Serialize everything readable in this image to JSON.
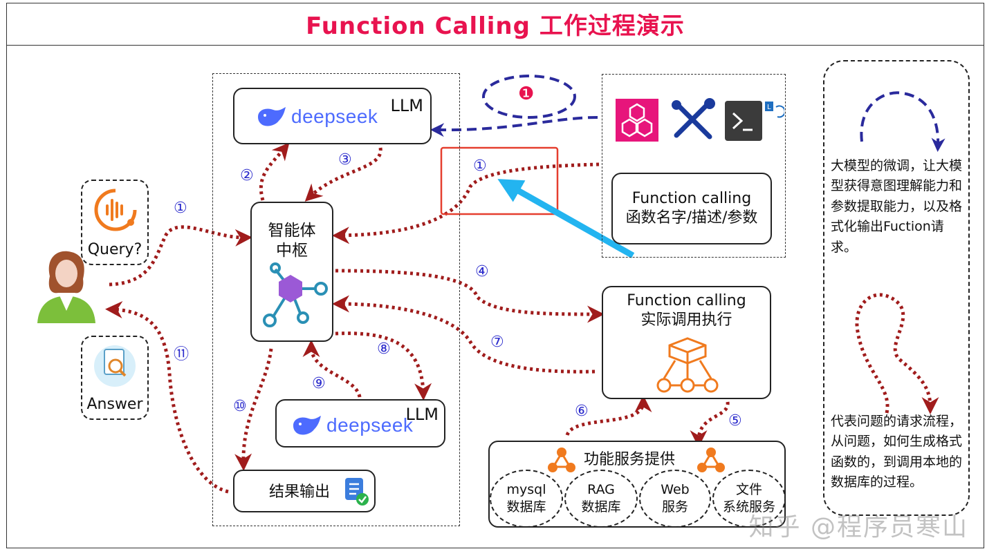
{
  "title": "Function Calling 工作过程演示",
  "llm_top": {
    "brand": "deepseek",
    "tag": "LLM"
  },
  "llm_bottom": {
    "brand": "deepseek",
    "tag": "LLM"
  },
  "hub": {
    "line1": "智能体",
    "line2": "中枢"
  },
  "query_label": "Query?",
  "answer_label": "Answer",
  "result_label": "结果输出",
  "fc_def": {
    "line1": "Function calling",
    "line2": "函数名字/描述/参数"
  },
  "fc_exec": {
    "line1": "Function calling",
    "line2": "实际调用执行"
  },
  "services": {
    "title": "功能服务提供",
    "items": [
      {
        "line1": "mysql",
        "line2": "数据库"
      },
      {
        "line1": "RAG",
        "line2": "数据库"
      },
      {
        "line1": "Web",
        "line2": "服务"
      },
      {
        "line1": "文件",
        "line2": "系统服务"
      }
    ]
  },
  "finetune_marker": "❶",
  "steps": [
    "①",
    "②",
    "③",
    "①",
    "④",
    "⑤",
    "⑥",
    "⑦",
    "⑧",
    "⑨",
    "⑩",
    "⑪"
  ],
  "legend": {
    "blue_desc": "大模型的微调，让大模型获得意图理解能力和参数提取能力，以及格式化输出Fuction请求。",
    "red_desc": "代表问题的请求流程，从问题，如何生成格式函数的，到调用本地的数据库的过程。"
  },
  "watermark": "知乎 @程序员寒山",
  "colors": {
    "title": "#e8134f",
    "flow": "#a01c1c",
    "finetune": "#2a2a9c",
    "highlight": "#23b4f0",
    "box_red": "#e53e2e",
    "brand": "#4d6bfe"
  }
}
